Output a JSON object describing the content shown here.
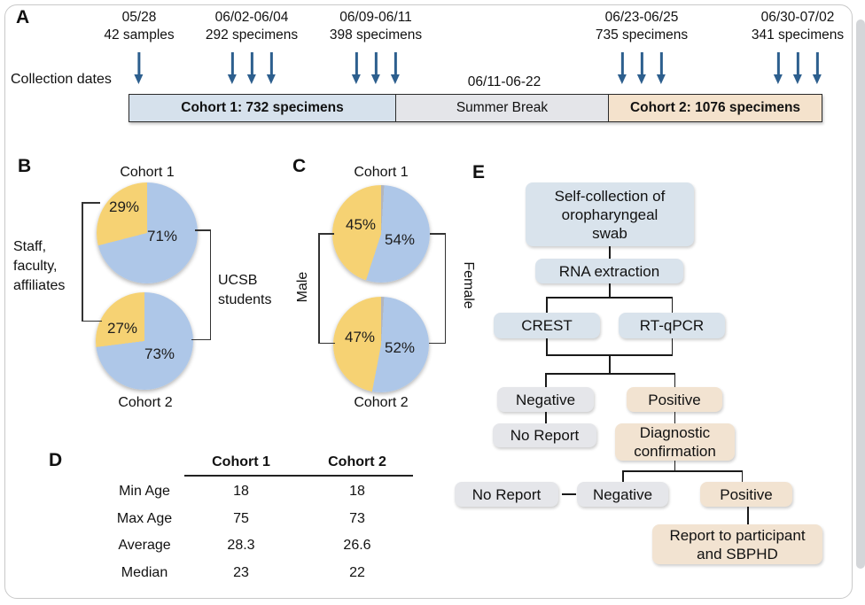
{
  "colors": {
    "pie_yellow": "#f6d273",
    "pie_blue": "#aec7e8",
    "pie_sliver_gray": "#b2b6be",
    "arrow_blue": "#2d5f8e",
    "cohort1_bar": "#d6e1ec",
    "summer_bar": "#e4e5e9",
    "cohort2_bar": "#f4e2cc",
    "flow_blue_box": "#d9e3ec",
    "flow_gray_box": "#e5e6ea",
    "flow_tan_box": "#f2e3d1",
    "line": "#1a1a1a"
  },
  "panelA": {
    "label": "A",
    "axis_label": "Collection dates",
    "events": [
      {
        "date": "05/28",
        "count": "42 samples"
      },
      {
        "date": "06/02-06/04",
        "count": "292 specimens"
      },
      {
        "date": "06/09-06/11",
        "count": "398 specimens"
      },
      {
        "date": "06/23-06/25",
        "count": "735 specimens"
      },
      {
        "date": "06/30-07/02",
        "count": "341 specimens"
      }
    ],
    "break_dates": "06/11-06-22",
    "segments": [
      {
        "label": "Cohort 1: 732 specimens"
      },
      {
        "label": "Summer Break"
      },
      {
        "label": "Cohort 2: 1076 specimens"
      }
    ]
  },
  "panelB": {
    "label": "B",
    "pie1_title": "Cohort 1",
    "pie2_title": "Cohort 2",
    "pie1_yellow_pct": "29%",
    "pie1_blue_pct": "71%",
    "pie2_yellow_pct": "27%",
    "pie2_blue_pct": "73%",
    "left_label": "Staff,\nfaculty,\naffiliates",
    "right_label": "UCSB\nstudents"
  },
  "panelC": {
    "label": "C",
    "pie1_title": "Cohort 1",
    "pie2_title": "Cohort 2",
    "pie1_yellow_pct": "45%",
    "pie1_blue_pct": "54%",
    "pie2_yellow_pct": "47%",
    "pie2_blue_pct": "52%",
    "left_label": "Male",
    "right_label": "Female"
  },
  "panelD": {
    "label": "D",
    "col1": "Cohort 1",
    "col2": "Cohort 2",
    "rows": [
      {
        "label": "Min Age",
        "c1": "18",
        "c2": "18"
      },
      {
        "label": "Max Age",
        "c1": "75",
        "c2": "73"
      },
      {
        "label": "Average",
        "c1": "28.3",
        "c2": "26.6"
      },
      {
        "label": "Median",
        "c1": "23",
        "c2": "22"
      }
    ]
  },
  "panelE": {
    "label": "E",
    "nodes": {
      "collect": "Self-collection of\noropharyngeal\nswab",
      "rna": "RNA extraction",
      "crest": "CREST",
      "rtqpcr": "RT-qPCR",
      "neg1": "Negative",
      "pos1": "Positive",
      "noreport1": "No Report",
      "diag": "Diagnostic\nconfirmation",
      "noreport2": "No Report",
      "neg2": "Negative",
      "pos2": "Positive",
      "report": "Report to participant\nand SBPHD"
    }
  },
  "chart_data": [
    {
      "type": "pie",
      "panel": "B",
      "title": "Cohort 1",
      "legend_position": "sides",
      "slices": [
        {
          "label": "UCSB students",
          "value": 71,
          "color": "#aec7e8"
        },
        {
          "label": "Staff, faculty, affiliates",
          "value": 29,
          "color": "#f6d273"
        }
      ]
    },
    {
      "type": "pie",
      "panel": "B",
      "title": "Cohort 2",
      "legend_position": "sides",
      "slices": [
        {
          "label": "UCSB students",
          "value": 73,
          "color": "#aec7e8"
        },
        {
          "label": "Staff, faculty, affiliates",
          "value": 27,
          "color": "#f6d273"
        }
      ]
    },
    {
      "type": "pie",
      "panel": "C",
      "title": "Cohort 1",
      "legend_position": "sides",
      "slices": [
        {
          "label": "Female",
          "value": 54,
          "color": "#aec7e8"
        },
        {
          "label": "Male",
          "value": 45,
          "color": "#f6d273"
        },
        {
          "label": "unlabeled",
          "value": 1,
          "color": "#b2b6be"
        }
      ]
    },
    {
      "type": "pie",
      "panel": "C",
      "title": "Cohort 2",
      "legend_position": "sides",
      "slices": [
        {
          "label": "Female",
          "value": 52,
          "color": "#aec7e8"
        },
        {
          "label": "Male",
          "value": 47,
          "color": "#f6d273"
        },
        {
          "label": "unlabeled",
          "value": 1,
          "color": "#b2b6be"
        }
      ]
    },
    {
      "type": "table",
      "panel": "D",
      "columns": [
        "",
        "Cohort 1",
        "Cohort 2"
      ],
      "rows": [
        [
          "Min Age",
          18,
          18
        ],
        [
          "Max Age",
          75,
          73
        ],
        [
          "Average",
          28.3,
          26.6
        ],
        [
          "Median",
          23,
          22
        ]
      ]
    },
    {
      "type": "timeline",
      "panel": "A",
      "axis_label": "Collection dates",
      "events": [
        {
          "date": "05/28",
          "label": "42 samples",
          "value": 42
        },
        {
          "date": "06/02-06/04",
          "label": "292 specimens",
          "value": 292
        },
        {
          "date": "06/09-06/11",
          "label": "398 specimens",
          "value": 398
        },
        {
          "date": "06/23-06/25",
          "label": "735 specimens",
          "value": 735
        },
        {
          "date": "06/30-07/02",
          "label": "341 specimens",
          "value": 341
        }
      ],
      "segments": [
        {
          "label": "Cohort 1: 732 specimens",
          "total": 732
        },
        {
          "label": "Summer Break",
          "dates": "06/11-06-22"
        },
        {
          "label": "Cohort 2: 1076 specimens",
          "total": 1076
        }
      ]
    }
  ]
}
